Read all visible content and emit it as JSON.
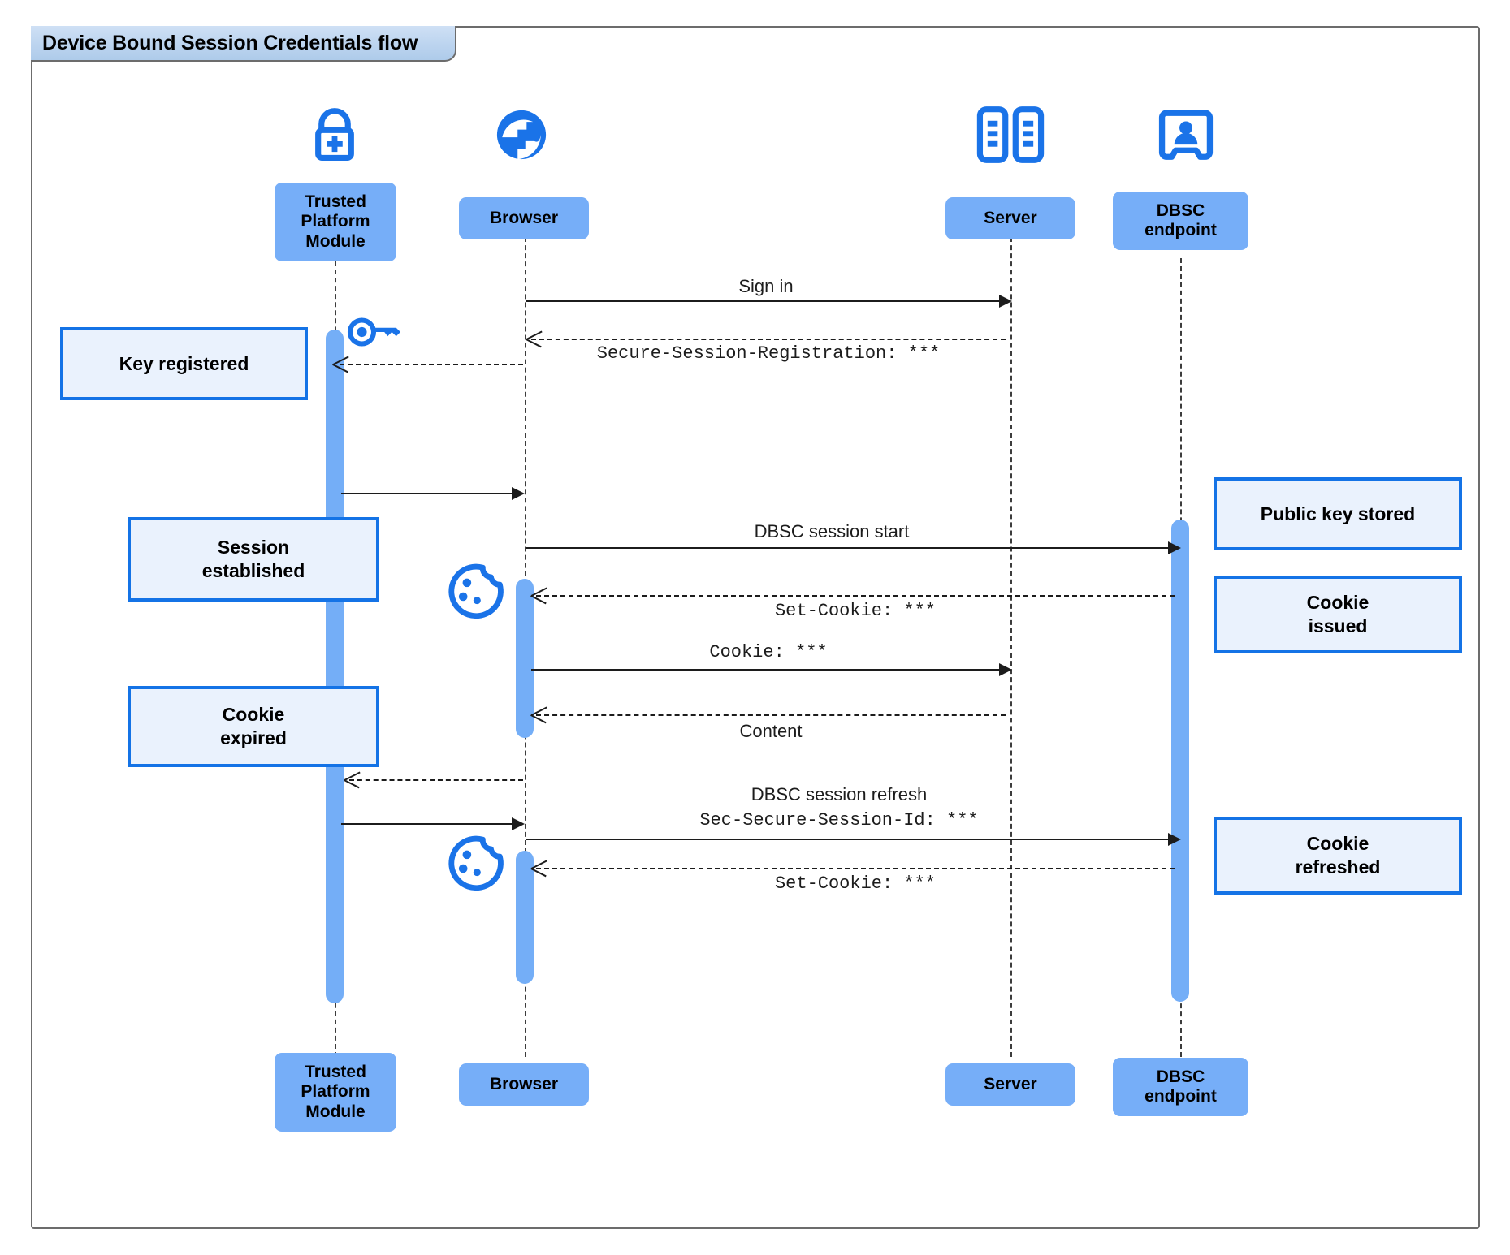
{
  "diagram": {
    "title": "Device Bound Session Credentials flow",
    "type": "uml-sequence-diagram",
    "colors": {
      "participant_fill": "#76aef8",
      "note_fill": "#eaf2fd",
      "note_border": "#1473e6",
      "activation_fill": "#74aef7",
      "icon_blue": "#1a73e8",
      "frame_border": "#6c6c6c",
      "title_bg": "#c3d9f1",
      "line": "#1c1c1c"
    }
  },
  "participants": [
    {
      "id": "tpm",
      "label": "Trusted\nPlatform\nModule",
      "icon": "padlock-plus-icon"
    },
    {
      "id": "browser",
      "label": "Browser",
      "icon": "globe-icon"
    },
    {
      "id": "server",
      "label": "Server",
      "icon": "server-rack-icon"
    },
    {
      "id": "dbsc",
      "label": "DBSC\nendpoint",
      "icon": "id-badge-icon"
    }
  ],
  "participants_footer": [
    {
      "id": "tpm",
      "label": "Trusted\nPlatform\nModule"
    },
    {
      "id": "browser",
      "label": "Browser"
    },
    {
      "id": "server",
      "label": "Server"
    },
    {
      "id": "dbsc",
      "label": "DBSC\nendpoint"
    }
  ],
  "messages": [
    {
      "id": "m1",
      "from": "browser",
      "to": "server",
      "style": "solid",
      "label": "Sign in",
      "font": "sans"
    },
    {
      "id": "m2",
      "from": "server",
      "to": "browser",
      "style": "dashed",
      "label": "Secure-Session-Registration: ***",
      "font": "mono"
    },
    {
      "id": "m3",
      "from": "tpm",
      "to": "browser",
      "style": "solid",
      "label": "",
      "font": "sans"
    },
    {
      "id": "m4",
      "from": "browser",
      "to": "dbsc",
      "style": "solid",
      "label": "DBSC session start",
      "font": "sans"
    },
    {
      "id": "m5",
      "from": "dbsc",
      "to": "browser",
      "style": "dashed",
      "label": "Set-Cookie: ***",
      "font": "mono"
    },
    {
      "id": "m6",
      "from": "browser",
      "to": "server",
      "style": "solid",
      "label": "Cookie: ***",
      "font": "mono"
    },
    {
      "id": "m7",
      "from": "server",
      "to": "browser",
      "style": "dashed",
      "label": "Content",
      "font": "sans"
    },
    {
      "id": "m8",
      "from": "browser",
      "to": "tpm",
      "style": "dashed",
      "label": "",
      "font": "sans"
    },
    {
      "id": "m9",
      "from": "tpm",
      "to": "browser",
      "style": "solid",
      "label": "",
      "font": "sans"
    },
    {
      "id": "m10",
      "from": "browser",
      "to": "dbsc",
      "style": "solid",
      "label": "DBSC session refresh",
      "label2": "Sec-Secure-Session-Id: ***",
      "font": "sans"
    },
    {
      "id": "m11",
      "from": "dbsc",
      "to": "browser",
      "style": "dashed",
      "label": "Set-Cookie: ***",
      "font": "mono"
    }
  ],
  "notes": [
    {
      "id": "n1",
      "text": "Key registered",
      "side": "left",
      "attached_to": "tpm"
    },
    {
      "id": "n2",
      "text": "Session\nestablished",
      "side": "left",
      "attached_to": "tpm"
    },
    {
      "id": "n3",
      "text": "Cookie\nexpired",
      "side": "left",
      "attached_to": "tpm"
    },
    {
      "id": "n4",
      "text": "Public key stored",
      "side": "right",
      "attached_to": "dbsc"
    },
    {
      "id": "n5",
      "text": "Cookie\nissued",
      "side": "right",
      "attached_to": "dbsc"
    },
    {
      "id": "n6",
      "text": "Cookie\nrefreshed",
      "side": "right",
      "attached_to": "dbsc"
    }
  ],
  "decorations": [
    {
      "id": "d1",
      "icon": "key-icon",
      "near": "tpm"
    },
    {
      "id": "d2",
      "icon": "cookie-icon",
      "near": "browser"
    },
    {
      "id": "d3",
      "icon": "cookie-icon",
      "near": "browser"
    }
  ]
}
